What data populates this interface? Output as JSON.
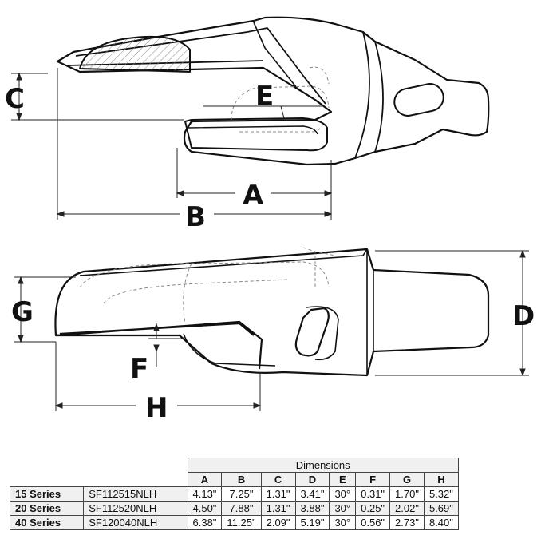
{
  "dimension_letters": {
    "a": "A",
    "b": "B",
    "c": "C",
    "d": "D",
    "e": "E",
    "f": "F",
    "g": "G",
    "h": "H"
  },
  "table": {
    "title": "Dimensions",
    "columns": [
      "A",
      "B",
      "C",
      "D",
      "E",
      "F",
      "G",
      "H"
    ],
    "rows": [
      {
        "series": "15 Series",
        "part": "SF112515NLH",
        "values": [
          "4.13\"",
          "7.25\"",
          "1.31\"",
          "3.41\"",
          "30°",
          "0.31\"",
          "1.70\"",
          "5.32\""
        ]
      },
      {
        "series": "20 Series",
        "part": "SF112520NLH",
        "values": [
          "4.50\"",
          "7.88\"",
          "1.31\"",
          "3.88\"",
          "30°",
          "0.25\"",
          "2.02\"",
          "5.69\""
        ]
      },
      {
        "series": "40 Series",
        "part": "SF120040NLH",
        "values": [
          "6.38\"",
          "11.25\"",
          "2.09\"",
          "5.19\"",
          "30°",
          "0.56\"",
          "2.73\"",
          "8.40\""
        ]
      }
    ]
  }
}
